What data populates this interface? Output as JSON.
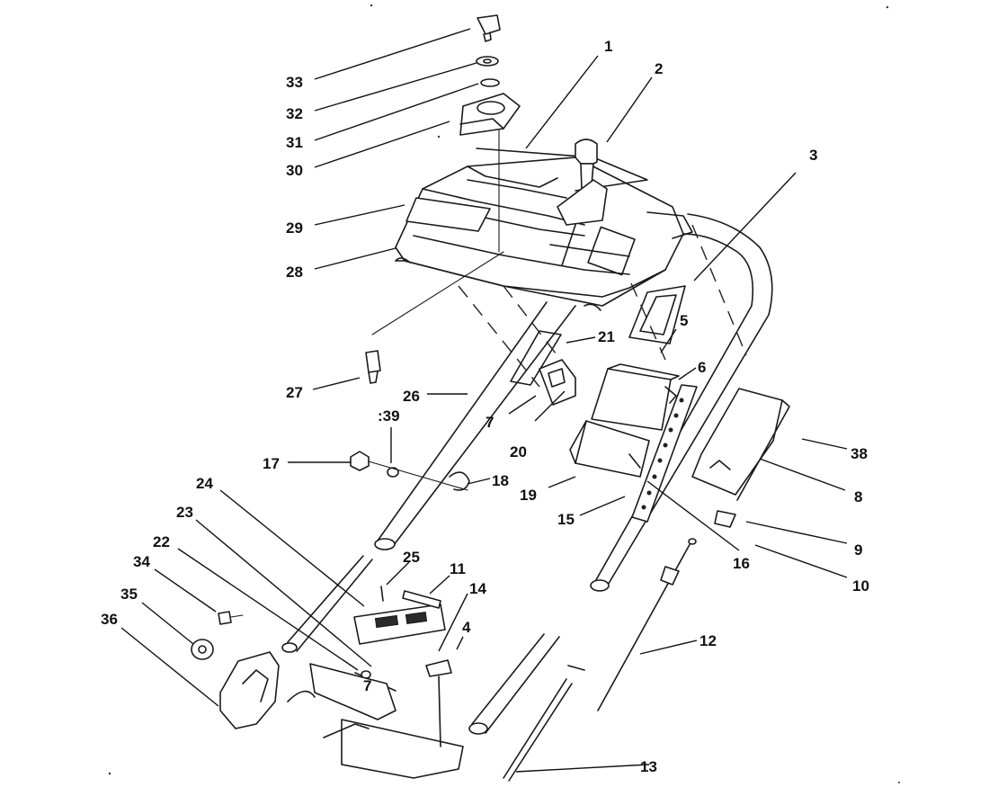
{
  "callouts": {
    "c1": "1",
    "c2": "2",
    "c3": "3",
    "c4": "4",
    "c5": "5",
    "c6": "6",
    "c7": "7",
    "c7b": "7",
    "c8": "8",
    "c9": "9",
    "c10": "10",
    "c11": "11",
    "c12": "12",
    "c13": "13",
    "c14": "14",
    "c15": "15",
    "c16": "16",
    "c17": "17",
    "c18": "18",
    "c19": "19",
    "c20": "20",
    "c21": "21",
    "c22": "22",
    "c23": "23",
    "c24": "24",
    "c25": "25",
    "c26": "26",
    "c27": "27",
    "c28": "28",
    "c29": "29",
    "c30": "30",
    "c31": "31",
    "c32": "32",
    "c33": "33",
    "c34": "34",
    "c35": "35",
    "c36": "36",
    "c38": "38",
    "c39": ":39"
  }
}
